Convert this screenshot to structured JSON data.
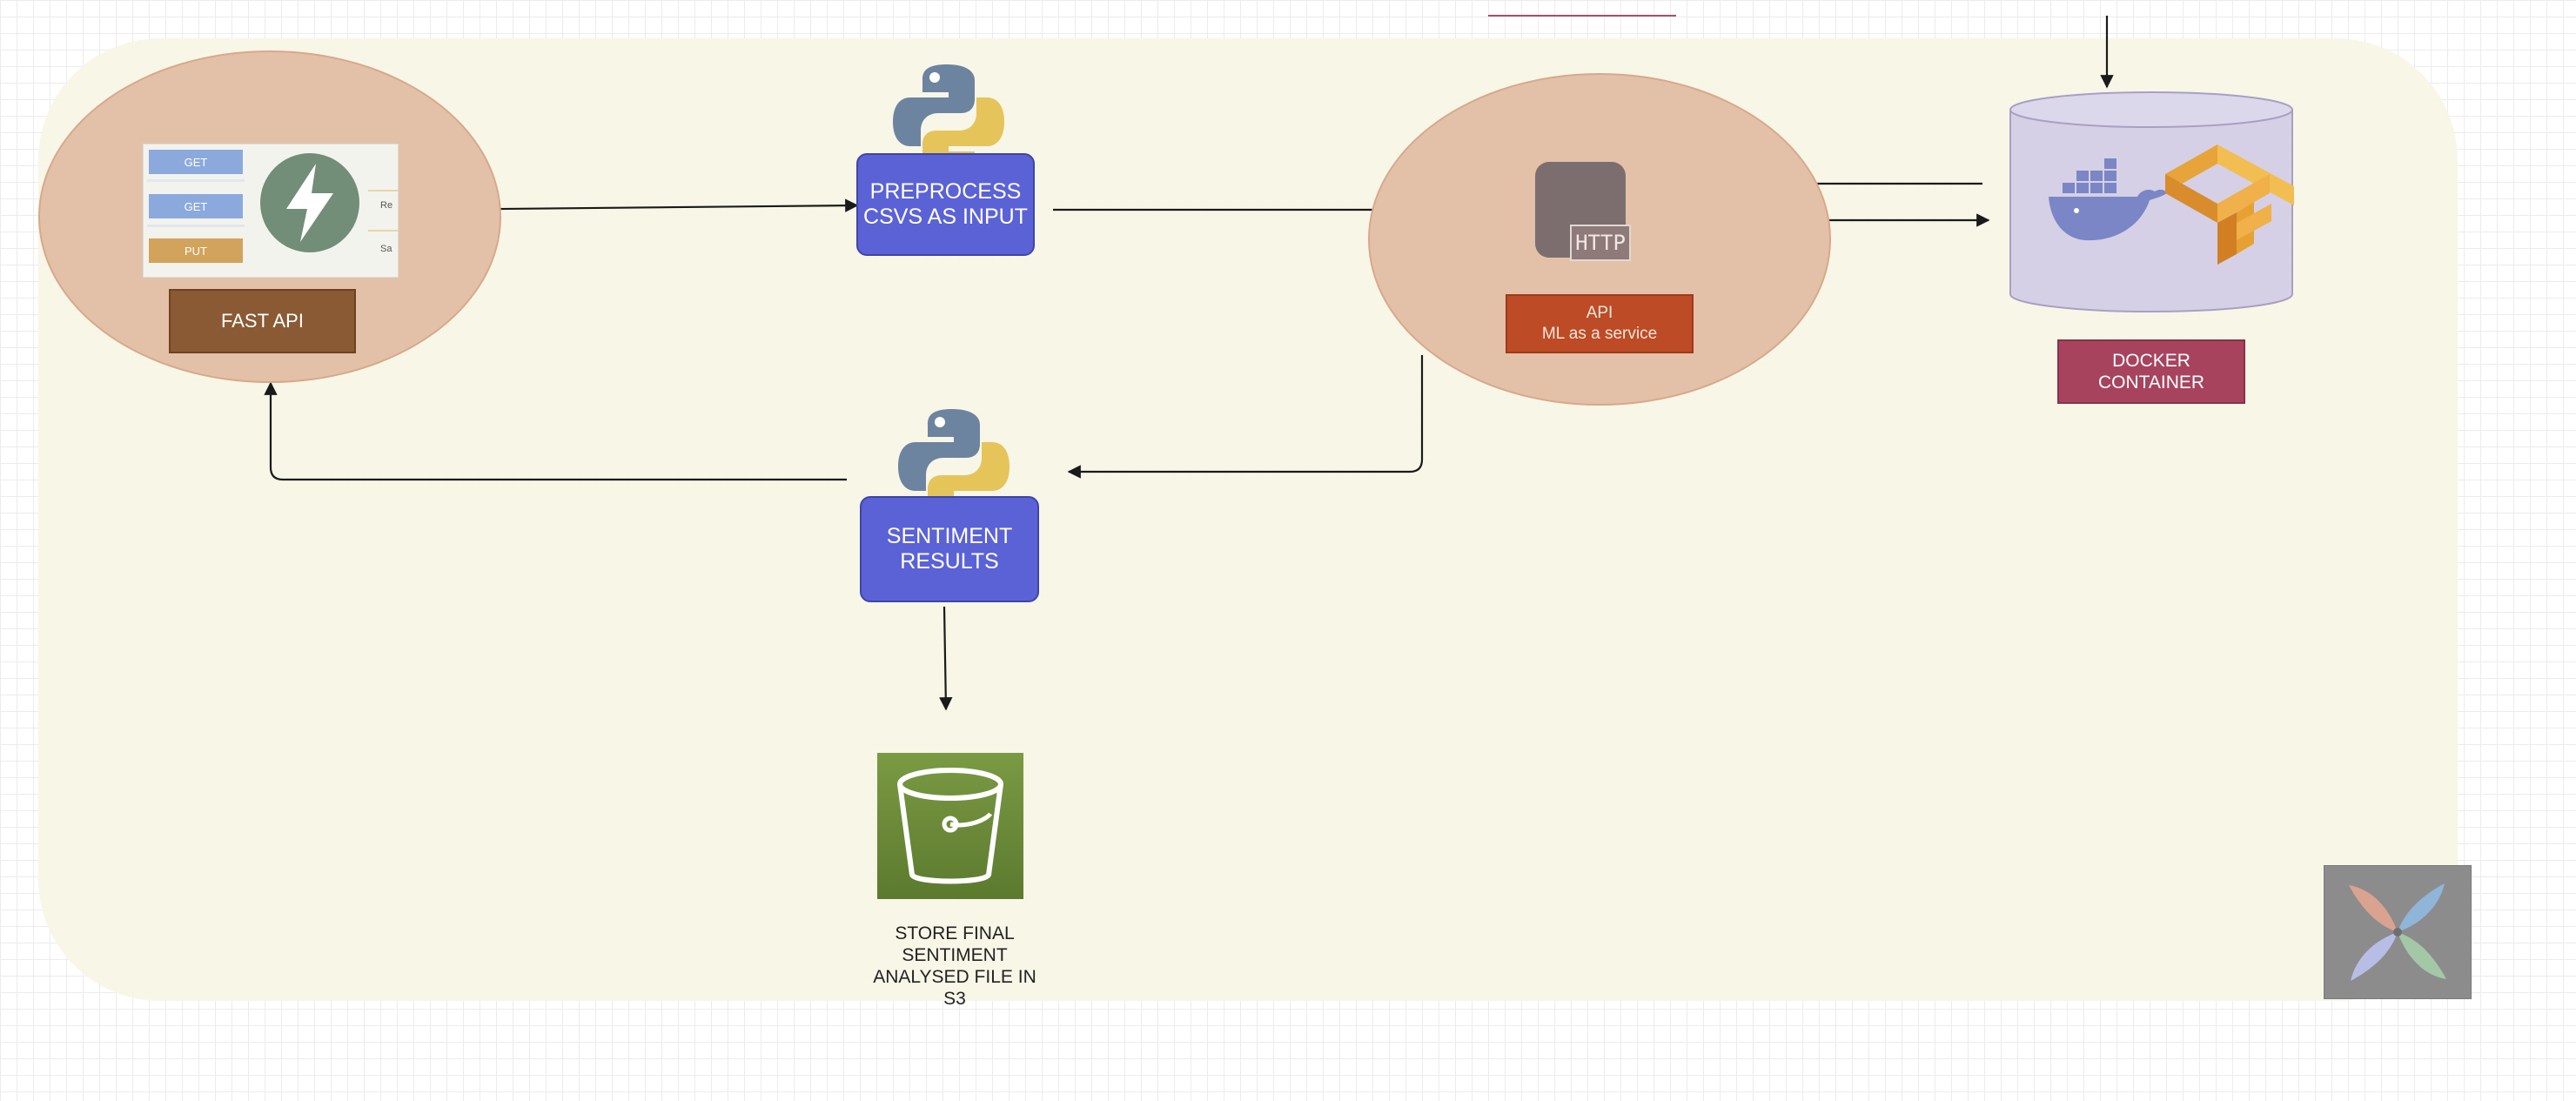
{
  "canvas": {
    "background": "#ffffff",
    "panel_fill": "#f8f6e6",
    "connector_color": "#1a1a1a"
  },
  "nodes": {
    "fastapi": {
      "label": "FAST API",
      "icon": "fastapi-lightning-icon",
      "ellipse_fill": "#e3c1a8",
      "label_fill": "#8a5a34",
      "endpoints": [
        {
          "method": "GET"
        },
        {
          "method": "GET"
        },
        {
          "method": "PUT"
        }
      ],
      "fragments": [
        "Re",
        "Sa"
      ]
    },
    "preprocess": {
      "line1": "PREPROCESS",
      "line2": "CSVS AS INPUT",
      "icon": "python-logo-icon",
      "fill": "#5a62d6"
    },
    "api": {
      "title": "API",
      "subtitle": "ML as a service",
      "icon": "http-server-icon",
      "icon_text": "HTTP",
      "ellipse_fill": "#e3c1a8",
      "label_fill": "#bd4b26"
    },
    "docker": {
      "line1": "DOCKER",
      "line2": "CONTAINER",
      "icons": [
        "docker-whale-icon",
        "tensorflow-logo-icon"
      ],
      "cylinder_fill": "#d5d0e6",
      "label_fill": "#a8435e"
    },
    "sentiment": {
      "line1": "SENTIMENT",
      "line2": "RESULTS",
      "icon": "python-logo-icon",
      "fill": "#5a62d6"
    },
    "s3": {
      "icon": "s3-bucket-icon",
      "fill": "#6b8a36",
      "lines": [
        "STORE FINAL",
        "SENTIMENT",
        "ANALYSED FILE IN",
        "S3"
      ]
    },
    "airflow": {
      "icon": "airflow-pinwheel-icon"
    }
  }
}
